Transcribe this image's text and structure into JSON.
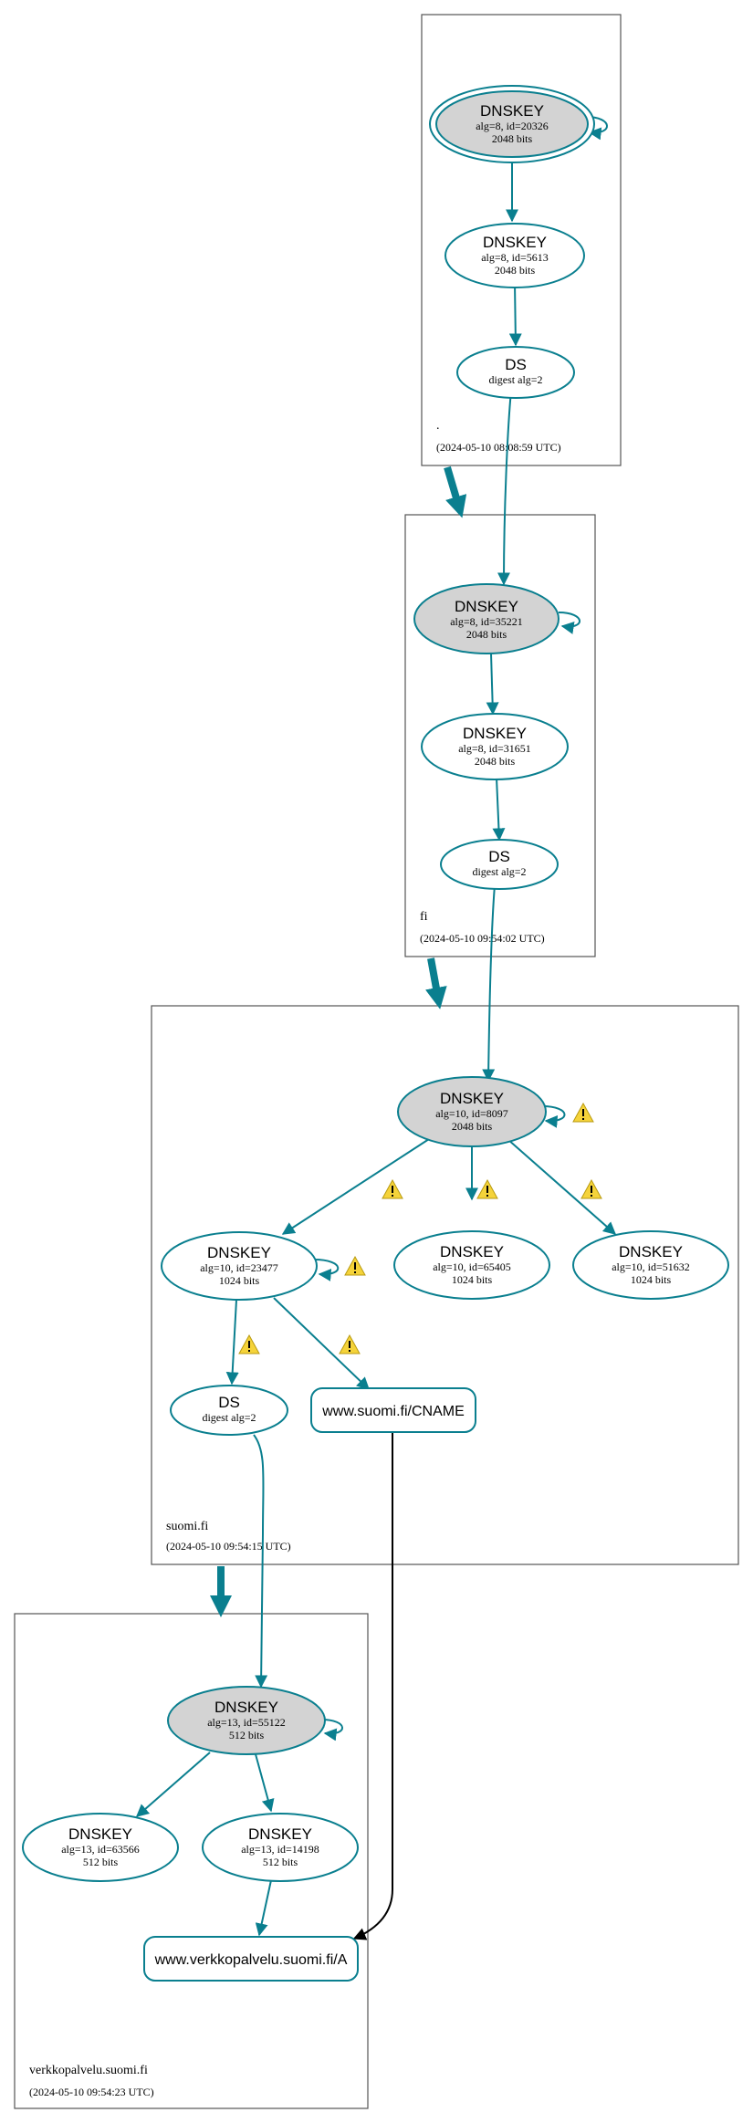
{
  "colors": {
    "accent": "#0a7f8f",
    "ksk_fill": "#d3d3d3",
    "warning": "#f5d33a"
  },
  "zones": {
    "root": {
      "name": ".",
      "timestamp": "(2024-05-10 08:08:59 UTC)"
    },
    "fi": {
      "name": "fi",
      "timestamp": "(2024-05-10 09:54:02 UTC)"
    },
    "suomi": {
      "name": "suomi.fi",
      "timestamp": "(2024-05-10 09:54:15 UTC)"
    },
    "verkko": {
      "name": "verkkopalvelu.suomi.fi",
      "timestamp": "(2024-05-10 09:54:23 UTC)"
    }
  },
  "nodes": {
    "root_ksk": {
      "title": "DNSKEY",
      "line1": "alg=8, id=20326",
      "line2": "2048 bits"
    },
    "root_zsk": {
      "title": "DNSKEY",
      "line1": "alg=8, id=5613",
      "line2": "2048 bits"
    },
    "root_ds": {
      "title": "DS",
      "line1": "digest alg=2"
    },
    "fi_ksk": {
      "title": "DNSKEY",
      "line1": "alg=8, id=35221",
      "line2": "2048 bits"
    },
    "fi_zsk": {
      "title": "DNSKEY",
      "line1": "alg=8, id=31651",
      "line2": "2048 bits"
    },
    "fi_ds": {
      "title": "DS",
      "line1": "digest alg=2"
    },
    "suomi_ksk": {
      "title": "DNSKEY",
      "line1": "alg=10, id=8097",
      "line2": "2048 bits"
    },
    "suomi_zsk1": {
      "title": "DNSKEY",
      "line1": "alg=10, id=23477",
      "line2": "1024 bits"
    },
    "suomi_zsk2": {
      "title": "DNSKEY",
      "line1": "alg=10, id=65405",
      "line2": "1024 bits"
    },
    "suomi_zsk3": {
      "title": "DNSKEY",
      "line1": "alg=10, id=51632",
      "line2": "1024 bits"
    },
    "suomi_ds": {
      "title": "DS",
      "line1": "digest alg=2"
    },
    "suomi_cname": {
      "label": "www.suomi.fi/CNAME"
    },
    "verkko_ksk": {
      "title": "DNSKEY",
      "line1": "alg=13, id=55122",
      "line2": "512 bits"
    },
    "verkko_zsk1": {
      "title": "DNSKEY",
      "line1": "alg=13, id=63566",
      "line2": "512 bits"
    },
    "verkko_zsk2": {
      "title": "DNSKEY",
      "line1": "alg=13, id=14198",
      "line2": "512 bits"
    },
    "verkko_a": {
      "label": "www.verkkopalvelu.suomi.fi/A"
    }
  }
}
